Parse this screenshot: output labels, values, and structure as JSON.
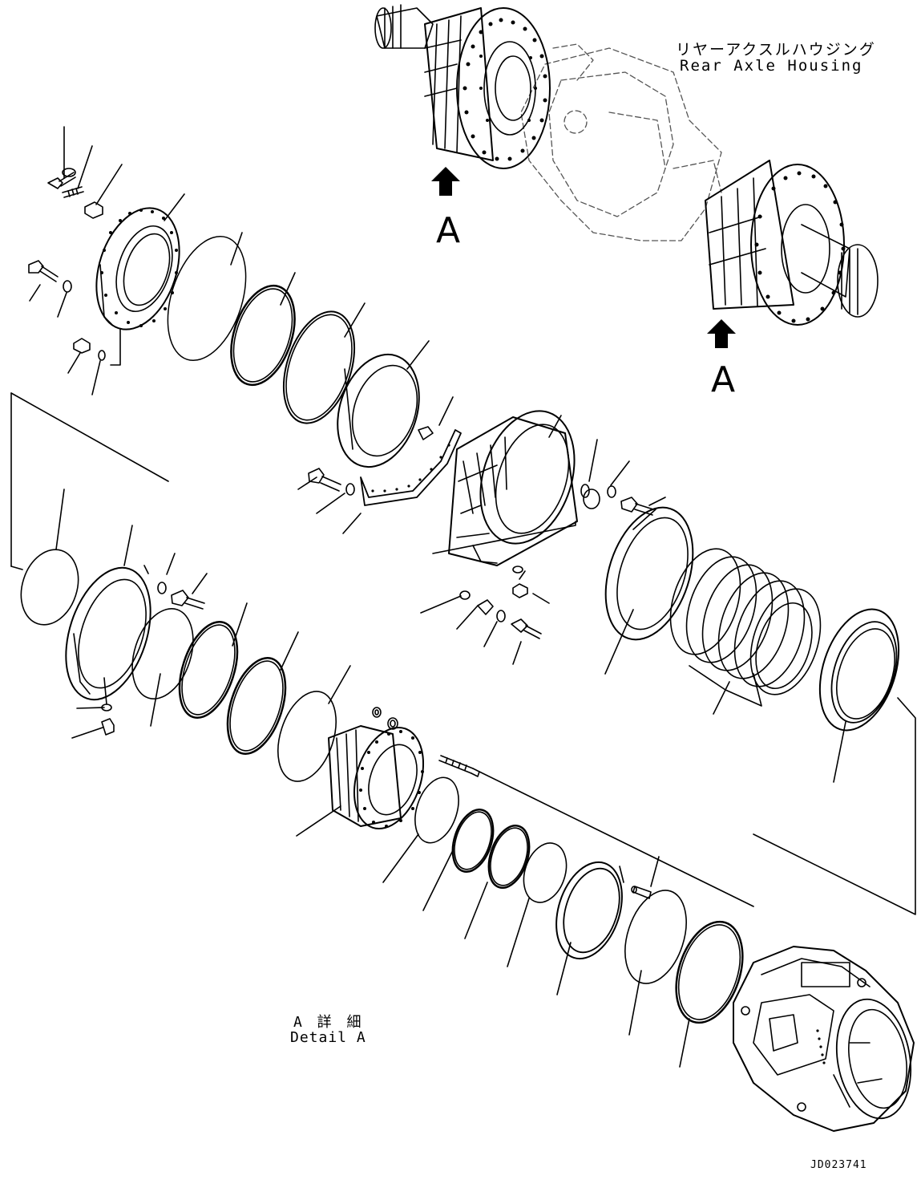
{
  "housing_label": {
    "japanese": "リヤーアクスルハウジング",
    "english": "Rear Axle Housing"
  },
  "detail_label": {
    "japanese": "A 詳 細",
    "english": "Detail A"
  },
  "view_markers": [
    "A",
    "A"
  ],
  "drawing_code": "JD023741",
  "colors": {
    "line": "#000000",
    "background": "#ffffff",
    "ghost_line": "#555555"
  }
}
